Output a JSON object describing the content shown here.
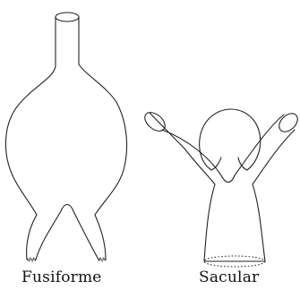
{
  "figures": [
    {
      "id": "fusiform",
      "label": "Fusiforme"
    },
    {
      "id": "saccular",
      "label": "Sacular"
    }
  ],
  "colors": {
    "stroke": "#222222",
    "background": "#ffffff",
    "text": "#111111"
  }
}
